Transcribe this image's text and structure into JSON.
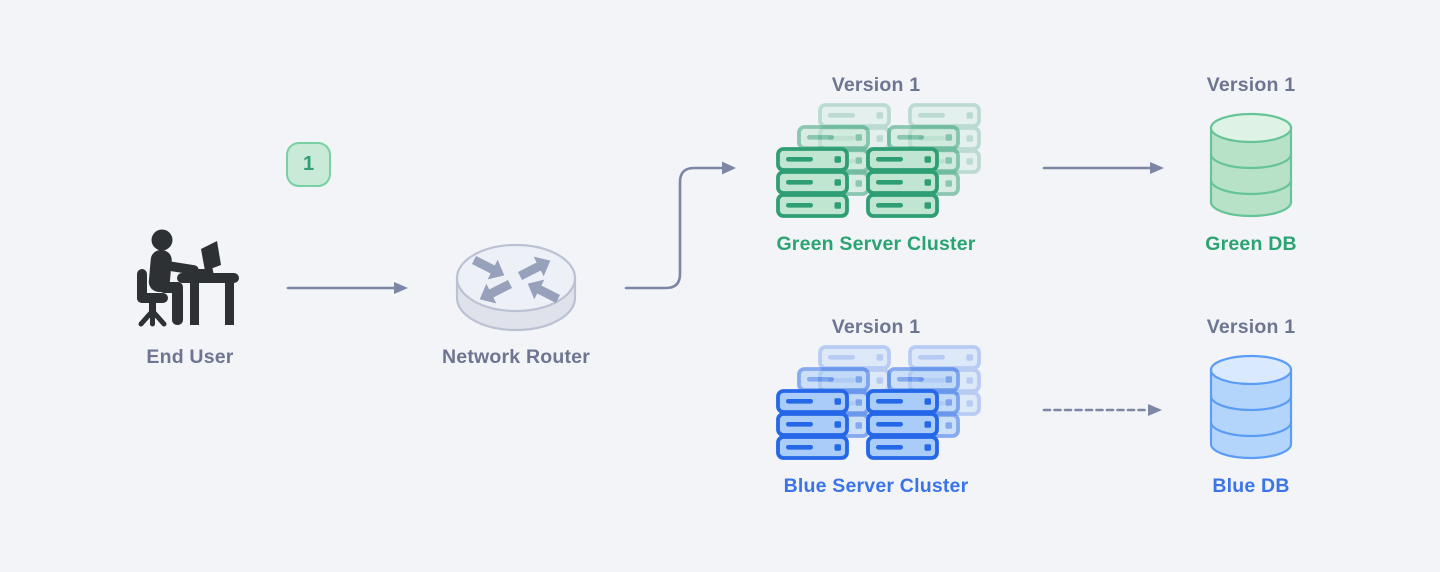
{
  "badge": {
    "label": "1"
  },
  "nodes": {
    "end_user": {
      "label": "End User"
    },
    "router": {
      "label": "Network Router"
    },
    "green_cluster": {
      "version": "Version 1",
      "label": "Green Server Cluster"
    },
    "green_db": {
      "version": "Version 1",
      "label": "Green DB"
    },
    "blue_cluster": {
      "version": "Version 1",
      "label": "Blue Server Cluster"
    },
    "blue_db": {
      "version": "Version 1",
      "label": "Blue DB"
    }
  },
  "connections": [
    {
      "from": "End User",
      "to": "Network Router",
      "style": "solid"
    },
    {
      "from": "Network Router",
      "to": "Green Server Cluster",
      "style": "solid-elbow"
    },
    {
      "from": "Green Server Cluster",
      "to": "Green DB",
      "style": "solid"
    },
    {
      "from": "Blue Server Cluster",
      "to": "Blue DB",
      "style": "dashed"
    }
  ],
  "icons": {
    "end_user": "person-at-desk-icon",
    "router": "network-router-icon",
    "server_cluster": "server-stack-icon",
    "database": "database-cylinder-icon",
    "badge": "step-1-badge"
  },
  "colors": {
    "background": "#f2f4f8",
    "slate_text": "#6e7591",
    "arrow": "#7d86a4",
    "person": "#2e3134",
    "badge_bg": "#c9ead7",
    "badge_border": "#79d0a3",
    "badge_text": "#2f9e74",
    "green_label": "#2ba373",
    "green_srv_border": "#2f9e74",
    "green_srv_fill": "#c0e6d1",
    "green_db_stroke": "#67c498",
    "green_db_fill": "#b7e2c7",
    "green_db_top": "#def2e5",
    "blue_label": "#3b74e9",
    "blue_srv_border": "#2467e7",
    "blue_srv_fill": "#a9cdf8",
    "blue_db_stroke": "#5b9cf6",
    "blue_db_fill": "#b4d5fb",
    "blue_db_top": "#d9e9fe",
    "router_fill": "#dfe2eb",
    "router_top": "#eef0f7",
    "router_stroke": "#bcc2d3",
    "router_arrows": "#97a1bc"
  }
}
